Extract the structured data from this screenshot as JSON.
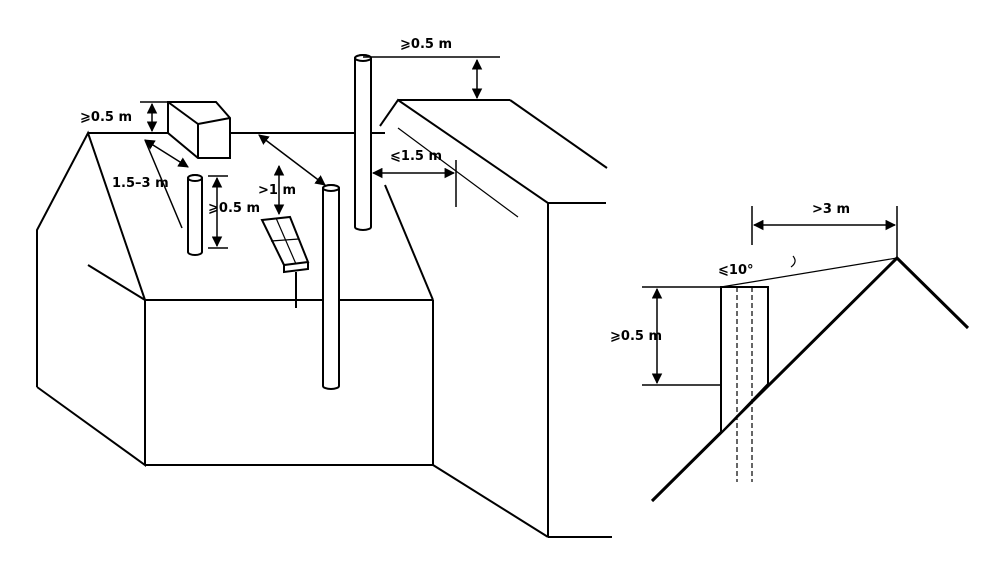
{
  "diagram": {
    "labels": {
      "tall_chimney_above_ridge": "⩾0.5 m",
      "vent_box_above_roof": "⩾0.5 m",
      "box_to_chimney_distance": "1.5–3 m",
      "short_chimney_above_roof": "⩾0.5 m",
      "chimney_to_ridge_distance": ">1 m",
      "chimney_to_wall_distance": "⩽1.5 m",
      "ridge_clearance_distance": ">3 m",
      "slope_angle": "⩽10°",
      "detail_chimney_height": "⩾0.5 m"
    },
    "colors": {
      "ink": "#000000",
      "paper": "#ffffff"
    }
  }
}
